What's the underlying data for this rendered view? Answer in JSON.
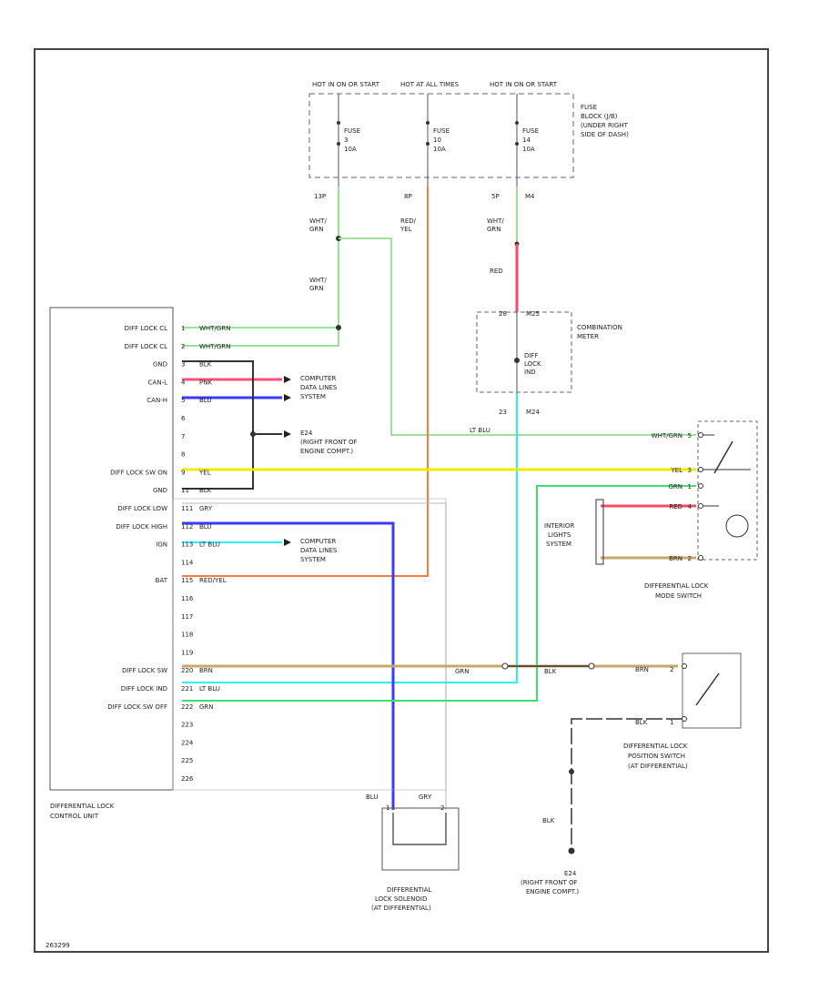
{
  "fuses": {
    "header": [
      "HOT IN ON OR START",
      "HOT AT ALL TIMES",
      "HOT IN ON OR START"
    ],
    "box_label": [
      "FUSE",
      "BLOCK (J/B)",
      "(UNDER RIGHT",
      "SIDE OF DASH)"
    ],
    "fuse1": [
      "FUSE",
      "3",
      "10A"
    ],
    "fuse2": [
      "FUSE",
      "10",
      "10A"
    ],
    "fuse3": [
      "FUSE",
      "14",
      "10A"
    ],
    "pins": [
      "13P",
      "8P",
      "5P",
      "M4"
    ]
  },
  "wire_labels": {
    "wht_grn_1": [
      "WHT/",
      "GRN"
    ],
    "red_yel_top": [
      "RED/",
      "YEL"
    ],
    "wht_grn_3": [
      "WHT/",
      "GRN"
    ],
    "wht_grn_2": [
      "WHT/",
      "GRN"
    ],
    "red": "RED",
    "lt_blu_mid": "LT BLU",
    "grn_bottom": "GRN",
    "blk_bottom": "BLK",
    "blk_pos": "BLK",
    "blu_sol": "BLU",
    "gry_sol": "GRY",
    "blk_ground": "BLK"
  },
  "meter": {
    "label": [
      "COMBINATION",
      "METER"
    ],
    "pins": [
      "28",
      "M25",
      "23",
      "M24"
    ],
    "lamp": [
      "DIFF",
      "LOCK",
      "IND"
    ]
  },
  "control_unit": {
    "name": [
      "DIFFERENTIAL LOCK",
      "CONTROL UNIT"
    ],
    "signals": [
      {
        "name": "DIFF LOCK CL",
        "pin": "1",
        "wire": "WHT/GRN"
      },
      {
        "name": "DIFF LOCK CL",
        "pin": "2",
        "wire": "WHT/GRN"
      },
      {
        "name": "GND",
        "pin": "3",
        "wire": "BLK"
      },
      {
        "name": "CAN-L",
        "pin": "4",
        "wire": "PNK"
      },
      {
        "name": "CAN-H",
        "pin": "5",
        "wire": "BLU"
      },
      {
        "name": "",
        "pin": "6",
        "wire": ""
      },
      {
        "name": "",
        "pin": "7",
        "wire": ""
      },
      {
        "name": "",
        "pin": "8",
        "wire": ""
      },
      {
        "name": "DIFF LOCK SW ON",
        "pin": "9",
        "wire": "YEL"
      },
      {
        "name": "GND",
        "pin": "11",
        "wire": "BLK"
      },
      {
        "name": "DIFF LOCK LOW",
        "pin": "111",
        "wire": "GRY"
      },
      {
        "name": "DIFF LOCK HIGH",
        "pin": "112",
        "wire": "BLU"
      },
      {
        "name": "IGN",
        "pin": "113",
        "wire": "LT BLU"
      },
      {
        "name": "",
        "pin": "114",
        "wire": ""
      },
      {
        "name": "BAT",
        "pin": "115",
        "wire": "RED/YEL"
      },
      {
        "name": "",
        "pin": "116",
        "wire": ""
      },
      {
        "name": "",
        "pin": "117",
        "wire": ""
      },
      {
        "name": "",
        "pin": "118",
        "wire": ""
      },
      {
        "name": "",
        "pin": "119",
        "wire": ""
      },
      {
        "name": "DIFF LOCK SW",
        "pin": "220",
        "wire": "BRN"
      },
      {
        "name": "DIFF LOCK IND",
        "pin": "221",
        "wire": "LT BLU"
      },
      {
        "name": "DIFF LOCK SW OFF",
        "pin": "222",
        "wire": "GRN"
      },
      {
        "name": "",
        "pin": "223",
        "wire": ""
      },
      {
        "name": "",
        "pin": "224",
        "wire": ""
      },
      {
        "name": "",
        "pin": "225",
        "wire": ""
      },
      {
        "name": "",
        "pin": "226",
        "wire": ""
      }
    ]
  },
  "computer_data_1": [
    "COMPUTER",
    "DATA LINES",
    "SYSTEM"
  ],
  "ground_e24": [
    "E24",
    "(RIGHT FRONT OF",
    "ENGINE COMPT.)"
  ],
  "computer_data_2": [
    "COMPUTER",
    "DATA LINES",
    "SYSTEM"
  ],
  "mode_switch": {
    "label": [
      "DIFFERENTIAL LOCK",
      "MODE SWITCH"
    ],
    "wires": [
      "WHT/GRN",
      "YEL",
      "GRN",
      "RED",
      "BRN"
    ],
    "pins": [
      "5",
      "3",
      "1",
      "4",
      "2"
    ]
  },
  "interior_lights": [
    "INTERIOR",
    "LIGHTS",
    "SYSTEM"
  ],
  "position_switch": {
    "label": [
      "DIFFERENTIAL LOCK",
      "POSITION SWITCH",
      "(AT DIFFERENTIAL)"
    ],
    "wires": [
      "BRN",
      "BLK"
    ],
    "pins": [
      "2",
      "1"
    ]
  },
  "solenoid": {
    "label": [
      "DIFFERENTIAL",
      "LOCK SOLENOID",
      "(AT DIFFERENTIAL)"
    ],
    "pins": [
      "1",
      "2"
    ]
  },
  "ground_bottom": [
    "E24",
    "(RIGHT FRONT OF",
    "ENGINE COMPT.)"
  ],
  "footer_code": "263299",
  "colors": {
    "wht_grn": "#9be39b",
    "red_yel": "#ff7a3c",
    "red": "#ff4a6a",
    "pnk": "#ff5078",
    "blu": "#3a3aff",
    "yel": "#ecec00",
    "lt_blu": "#2ef0ee",
    "brn": "#c8a86a",
    "grn": "#3ee070",
    "blk": "#333333",
    "gry": "#bbbbbb"
  }
}
